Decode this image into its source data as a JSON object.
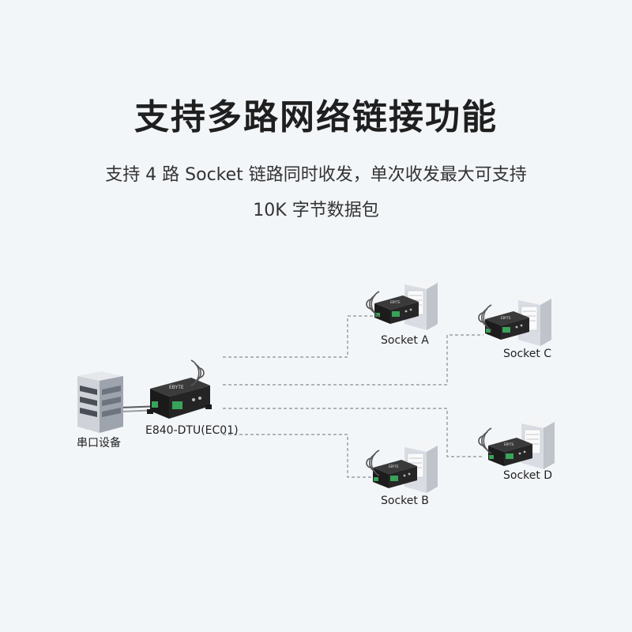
{
  "heading": {
    "title": "支持多路网络链接功能",
    "line1": "支持 4 路 Socket 链路同时收发，单次收发最大可支持",
    "line2": "10K 字节数据包"
  },
  "diagram": {
    "serial_device_label": "串口设备",
    "dtu_label": "E840-DTU(EC01)",
    "socket_a": "Socket A",
    "socket_b": "Socket B",
    "socket_c": "Socket C",
    "socket_d": "Socket D"
  },
  "colors": {
    "background": "#f3f6f9",
    "device_body": "#2b2b2b",
    "terminal_green": "#3aa35a",
    "server_light": "#e9ebef",
    "dashed_line": "#8c8c8c"
  }
}
